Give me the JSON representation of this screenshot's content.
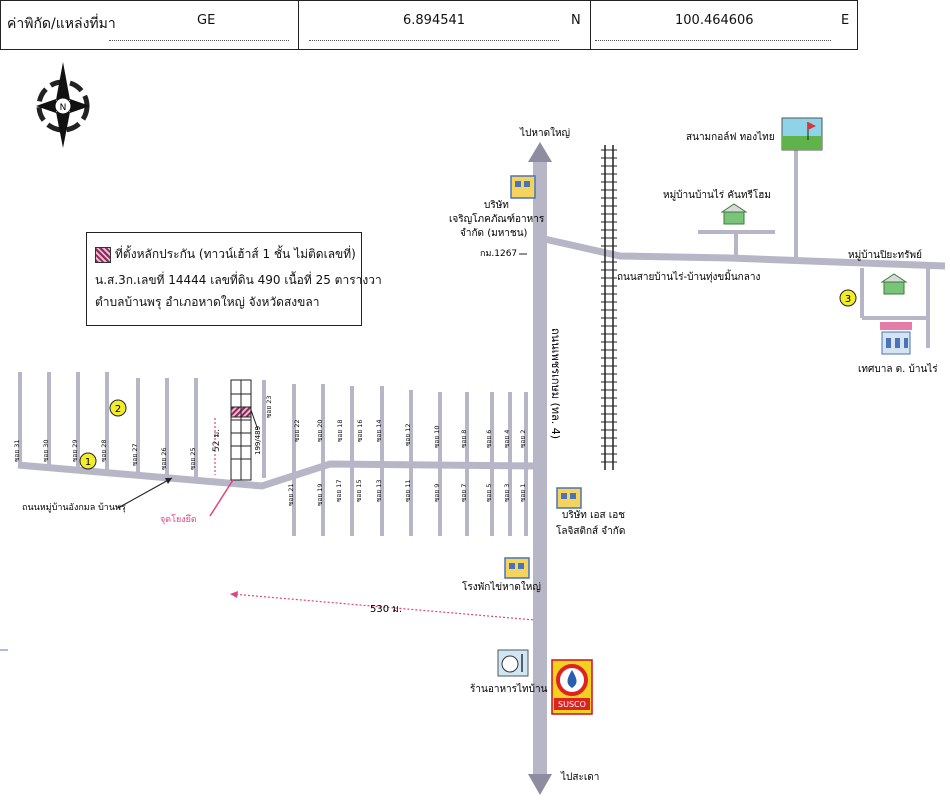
{
  "header": {
    "label": "ค่าพิกัด/แหล่งที่มา",
    "source": "GE",
    "lat": "6.894541",
    "lat_unit": "N",
    "lon": "100.464606",
    "lon_unit": "E"
  },
  "compass": {
    "letter": "N"
  },
  "legend": {
    "line1": "ที่ตั้งหลักประกัน (ทาวน์เฮ้าส์ 1 ชั้น ไม่ติดเลขที่)",
    "line2": "น.ส.3ก.เลขที่ 14444 เลขที่ดิน 490 เนื้อที่ 25 ตารางวา",
    "line3": "ตำบลบ้านพรุ  อำเภอหาดใหญ่ จังหวัดสงขลา"
  },
  "roads": {
    "north_label": "ไปหาดใหญ่",
    "south_label": "ไปสะเดา",
    "highway_label": "ถนนเพชรเกษม (ทล. 4)",
    "east_road_label": "ถนนสายบ้านไร่-บ้านทุ่งขมิ้นกลาง",
    "west_road_label": "ถนนหมู่บ้านอังกมล บ้านพรุ",
    "km_label": "กม.1267"
  },
  "sois_top": [
    "ซอย 31",
    "ซอย 30",
    "ซอย 29",
    "ซอย 28",
    "ซอย 27",
    "ซอย 26",
    "ซอย 25",
    "ซอย 23",
    "ซอย 22",
    "ซอย 20",
    "ซอย 18",
    "ซอย 16",
    "ซอย 14",
    "ซอย 12",
    "ซอย 10",
    "ซอย 8",
    "ซอย 6",
    "ซอย 4",
    "ซอย 2"
  ],
  "sois_bottom": [
    "ซอย 21",
    "ซอย 19",
    "ซอย 17",
    "ซอย 15",
    "ซอย 13",
    "ซอย 11",
    "ซอย 9",
    "ซอย 7",
    "ซอย 5",
    "ซอย 3",
    "ซอย 1"
  ],
  "house_number": "199/489",
  "distance_52": "52 ม.",
  "distance_530": "530 ม.",
  "start_point": "จุดโยงยึด",
  "markers": [
    "1",
    "2",
    "3"
  ],
  "places": {
    "company1_a": "บริษัท",
    "company1_b": "เจริญโภคภัณฑ์อาหาร",
    "company1_c": "จำกัด (มหาชน)",
    "golf": "สนามกอล์ฟ ทองไทย",
    "village1": "หมู่บ้านบ้านไร่ คันทรีโฮม",
    "village2": "หมู่บ้านปิยะทรัพย์",
    "municipality": "เทศบาล ต. บ้านไร่",
    "company2_a": "บริษัท เอส เอช",
    "company2_b": "โลจิสติกส์ จำกัด",
    "factory": "โรงพักไข่หาดใหญ่",
    "restaurant": "ร้านอาหารไทบ้าน",
    "station": "SUSCO"
  },
  "colors": {
    "road": "#b7b6c6",
    "road_edge": "#8f8ea3",
    "arrow": "#8d8ca0",
    "marker": "#f3ec2a",
    "pink": "#e0457f",
    "hatch": "#8a2a5a"
  }
}
